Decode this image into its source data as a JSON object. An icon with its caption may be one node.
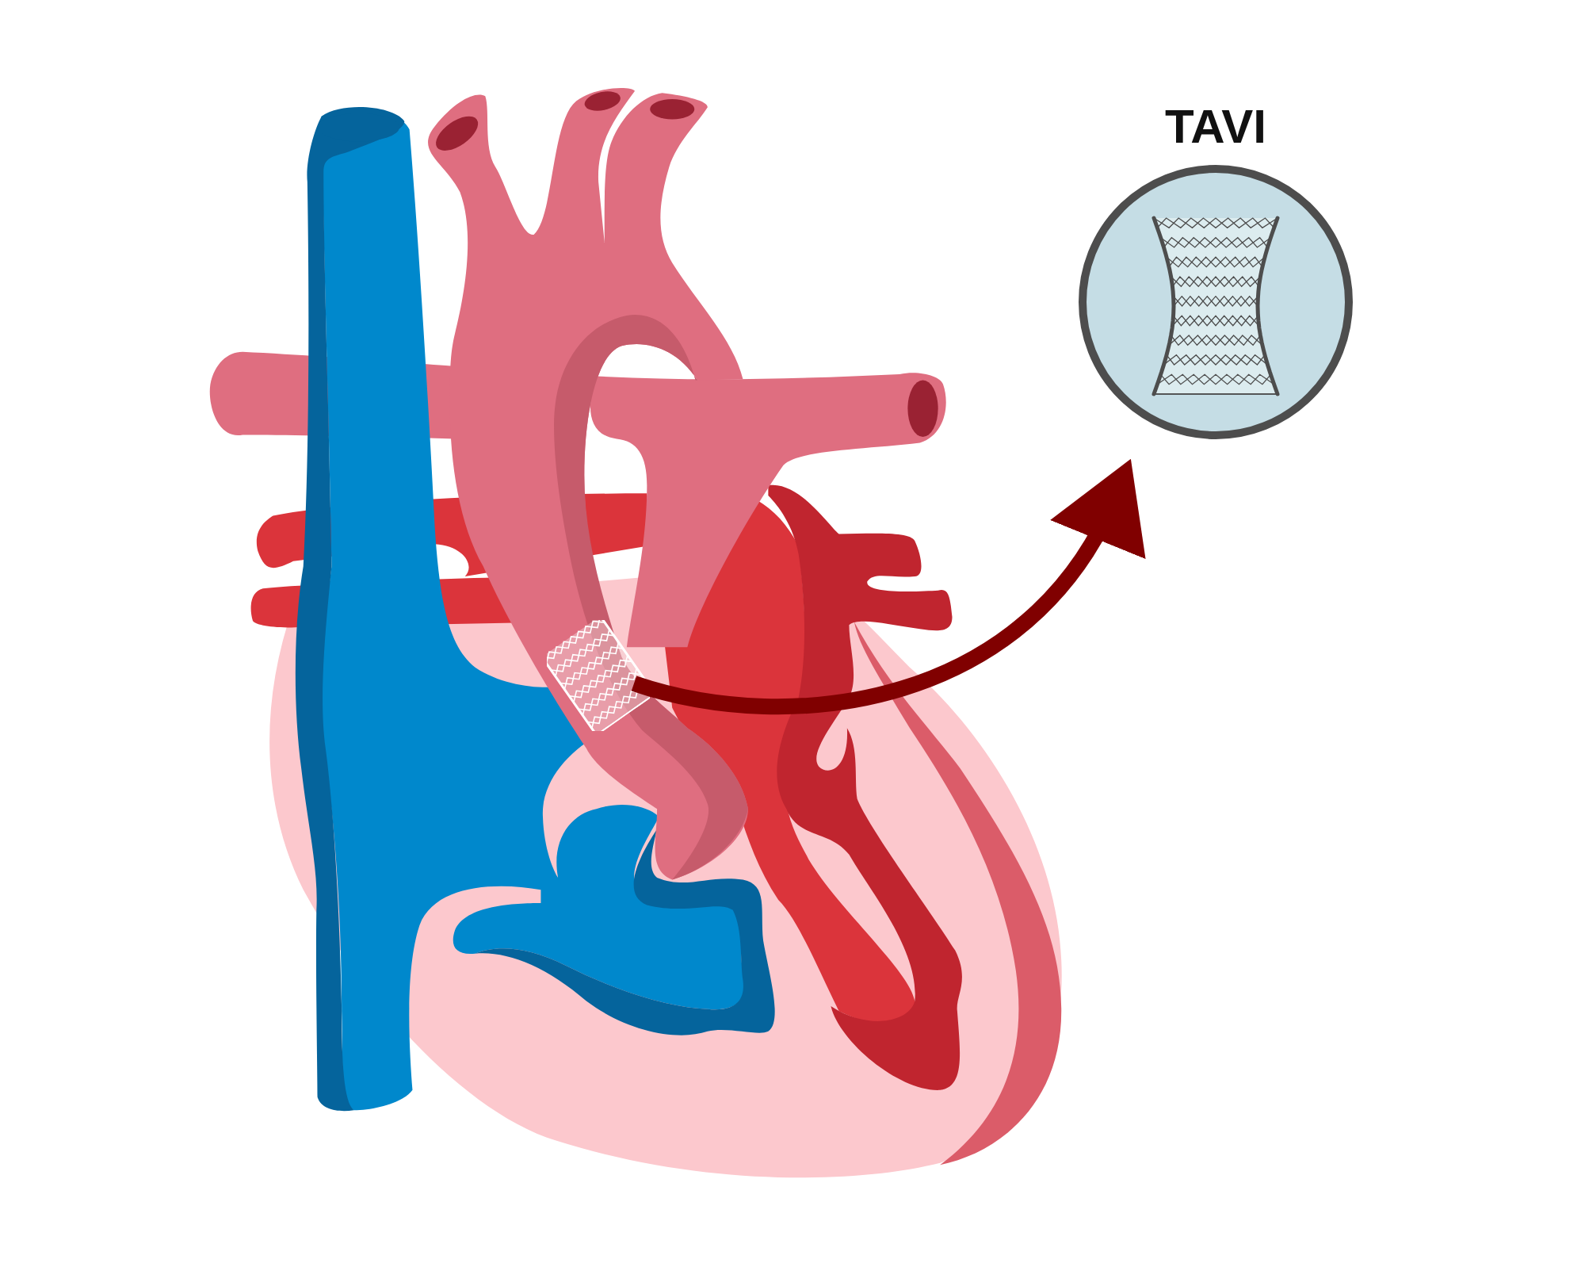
{
  "diagram": {
    "nodes": [
      {
        "text": [],
        "shape": "picture"
      },
      {
        "text": [
          "TAVI"
        ]
      }
    ],
    "edges": [
      {
        "from": 0,
        "to": 1,
        "arrow": "to"
      }
    ]
  }
}
